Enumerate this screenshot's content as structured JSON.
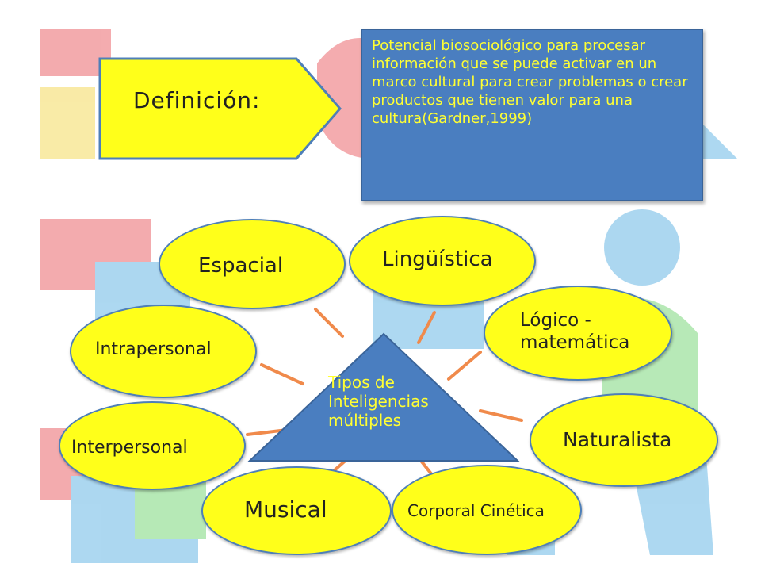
{
  "definition": {
    "label": "Definición:",
    "text": "Potencial biosociológico para procesar información que se puede activar en un marco cultural para crear problemas o crear productos que tienen valor para una cultura(Gardner,1999)"
  },
  "center": {
    "label": "Tipos de Inteligencias múltiples"
  },
  "nodes": [
    {
      "key": "espacial",
      "label": "Espacial"
    },
    {
      "key": "linguistica",
      "label": "Lingüística"
    },
    {
      "key": "logico",
      "label": "Lógico - matemática"
    },
    {
      "key": "intrapersonal",
      "label": "Intrapersonal"
    },
    {
      "key": "naturalista",
      "label": "Naturalista"
    },
    {
      "key": "interpersonal",
      "label": "Interpersonal"
    },
    {
      "key": "musical",
      "label": "Musical"
    },
    {
      "key": "corporal",
      "label": "Corporal Cinética"
    }
  ],
  "colors": {
    "node_fill": "#ffff1a",
    "node_border": "#4e7fb8",
    "box_fill": "#4a7ec0",
    "box_text": "#ffff33",
    "connector": "#f08a4b"
  }
}
